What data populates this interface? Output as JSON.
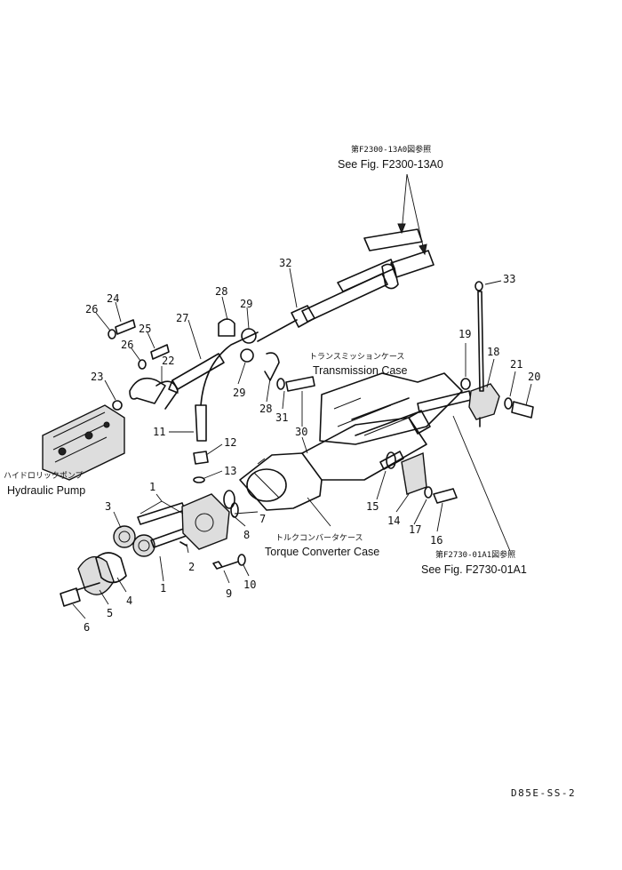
{
  "drawing_code": "D85E-SS-2",
  "references": {
    "top_jp": "第F2300-13A0図参照",
    "top_en": "See Fig. F2300-13A0",
    "right_jp": "第F2730-01A1図参照",
    "right_en": "See Fig. F2730-01A1"
  },
  "components": {
    "transmission_jp": "トランスミッションケース",
    "transmission_en": "Transmission Case",
    "pump_jp": "ハイドロリックポンプ",
    "pump_en": "Hydraulic Pump",
    "converter_jp": "トルクコンバータケース",
    "converter_en": "Torque Converter Case"
  },
  "part_numbers": [
    "1",
    "1",
    "2",
    "3",
    "4",
    "5",
    "6",
    "7",
    "8",
    "9",
    "10",
    "11",
    "12",
    "13",
    "14",
    "15",
    "16",
    "17",
    "18",
    "19",
    "20",
    "21",
    "22",
    "23",
    "24",
    "25",
    "26",
    "26",
    "27",
    "28",
    "28",
    "29",
    "29",
    "30",
    "31",
    "32",
    "33"
  ]
}
